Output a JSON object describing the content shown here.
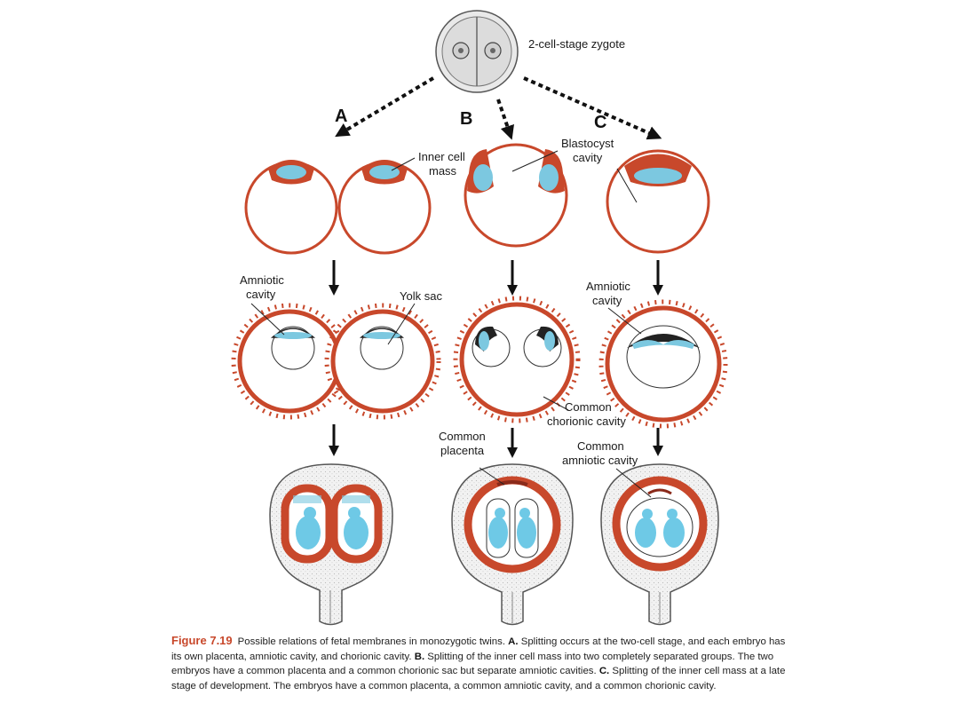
{
  "labels": {
    "zygote": "2-cell-stage zygote",
    "branch_a": "A",
    "branch_b": "B",
    "branch_c": "C",
    "inner_cell_1": "Inner cell",
    "inner_cell_2": "mass",
    "blastocyst_1": "Blastocyst",
    "blastocyst_2": "cavity",
    "amniotic_left_1": "Amniotic",
    "amniotic_left_2": "cavity",
    "yolk_sac": "Yolk sac",
    "amniotic_right_1": "Amniotic",
    "amniotic_right_2": "cavity",
    "chorionic_1": "Common",
    "chorionic_2": "chorionic cavity",
    "placenta_1": "Common",
    "placenta_2": "placenta",
    "amniotic_common_1": "Common",
    "amniotic_common_2": "amniotic cavity"
  },
  "caption": {
    "figure": "Figure 7.19",
    "intro": "Possible relations of fetal membranes in monozygotic twins.",
    "a_key": "A.",
    "a_text": "Splitting occurs at the two-cell stage, and each embryo has its own placenta, amniotic cavity, and chorionic cavity.",
    "b_key": "B.",
    "b_text": "Splitting of the inner cell mass into two completely separated groups. The two embryos have a common placenta and a common chorionic sac but separate amniotic cavities.",
    "c_key": "C.",
    "c_text": "Splitting of the inner cell mass at a late stage of development. The embryos have a common placenta, a common amniotic cavity, and a common chorionic cavity."
  },
  "colors": {
    "trophoblast": "#c8482b",
    "inner_cell_mass": "#7cc8e0",
    "embryo": "#6ec9e6",
    "uterus_fill": "#efefef",
    "caption_accent": "#c8482b"
  }
}
